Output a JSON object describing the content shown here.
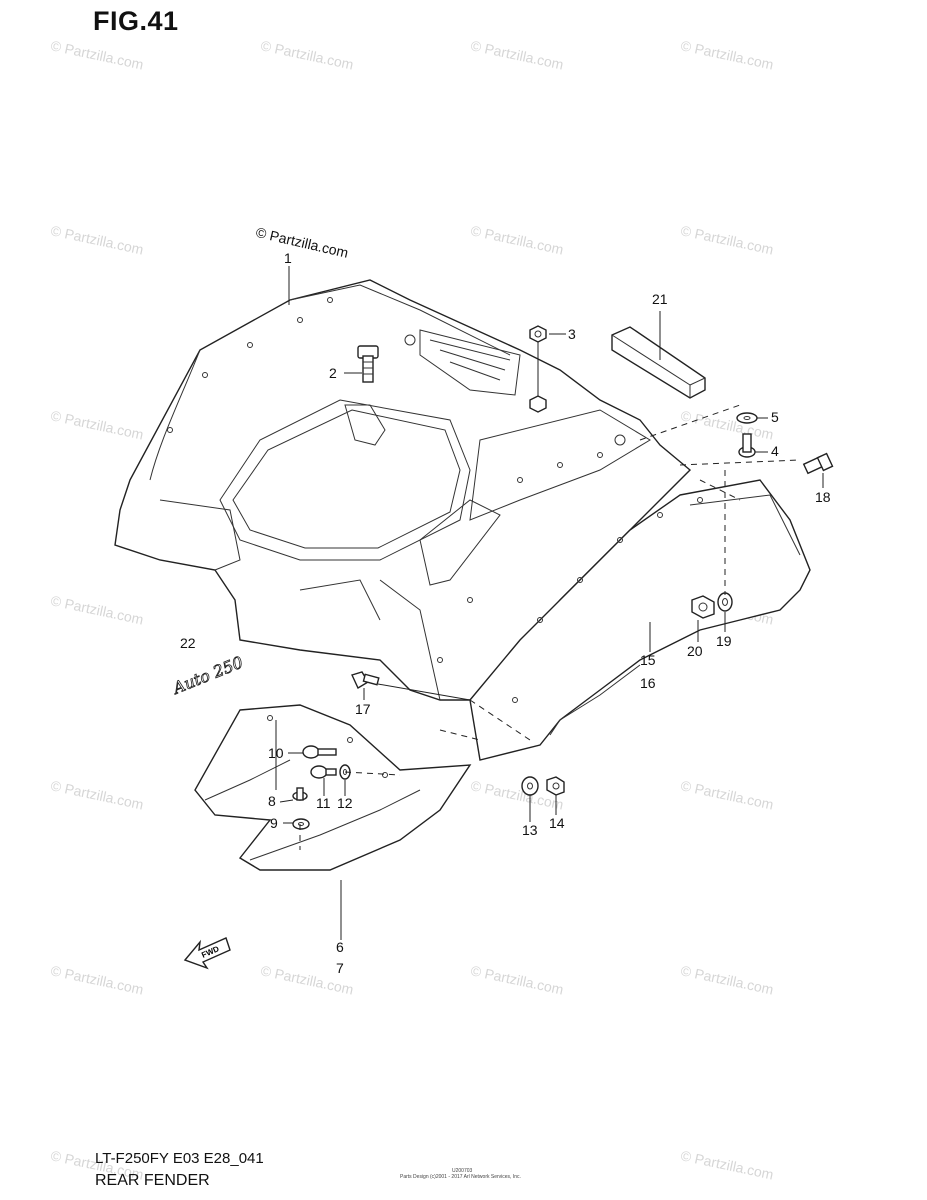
{
  "figure_label": "FIG.41",
  "copyright": "© Partzilla.com",
  "watermark": "© Partzilla.com",
  "model_code": "LT-F250FY E03 E28_041",
  "section_name": "REAR FENDER",
  "fine_print": "Parts Design (c)2001 - 2017 Arl Network Services, Inc.",
  "fine_print_code": "U200703",
  "fwd_label": "FWD",
  "emblem_text": "Auto 250",
  "callouts": {
    "c1": "1",
    "c2": "2",
    "c3": "3",
    "c4": "4",
    "c5": "5",
    "c6": "6",
    "c7": "7",
    "c8": "8",
    "c9": "9",
    "c10": "10",
    "c11": "11",
    "c12": "12",
    "c13": "13",
    "c14": "14",
    "c15": "15",
    "c16": "16",
    "c17": "17",
    "c18": "18",
    "c19": "19",
    "c20": "20",
    "c21": "21",
    "c22": "22"
  }
}
